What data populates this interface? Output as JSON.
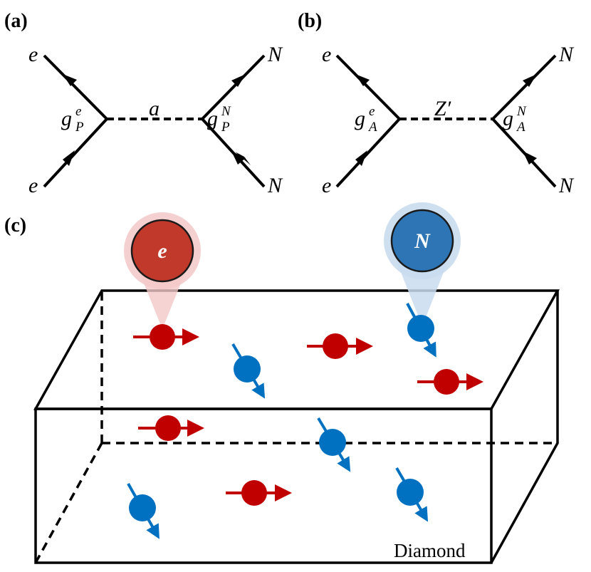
{
  "panels": {
    "a": {
      "label": "(a)",
      "external_left": [
        "e",
        "e"
      ],
      "external_right": [
        "N",
        "N"
      ],
      "mediator": "a",
      "left_coupling": {
        "base": "g",
        "sup": "e",
        "sub": "P"
      },
      "right_coupling": {
        "base": "g",
        "sup": "N",
        "sub": "P"
      }
    },
    "b": {
      "label": "(b)",
      "external_left": [
        "e",
        "e"
      ],
      "external_right": [
        "N",
        "N"
      ],
      "mediator": "Z′",
      "left_coupling": {
        "base": "g",
        "sup": "e",
        "sub": "A"
      },
      "right_coupling": {
        "base": "g",
        "sup": "N",
        "sub": "A"
      }
    },
    "c": {
      "label": "(c)",
      "electron_marker": "e",
      "nucleus_marker": "N",
      "box_caption": "Diamond"
    }
  },
  "colors": {
    "electron": "#c00000",
    "nucleus": "#0070c0",
    "electron_marker": "#c0392b",
    "nucleus_marker": "#2e75b6"
  }
}
